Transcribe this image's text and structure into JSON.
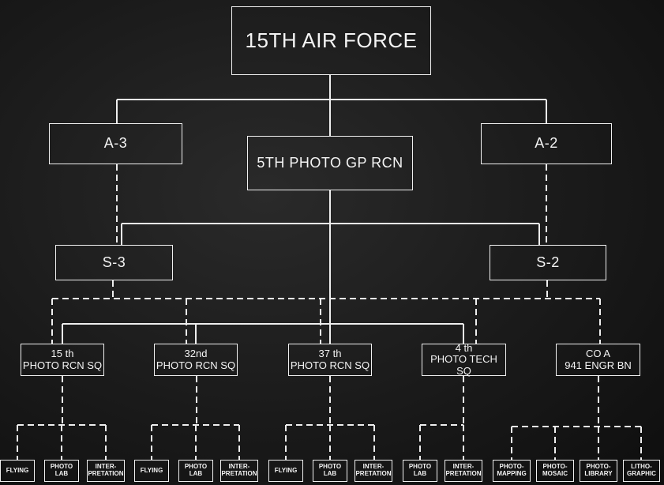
{
  "hq": "15TH AIR FORCE",
  "a3": "A-3",
  "a2": "A-2",
  "group": "5TH PHOTO GP RCN",
  "s3": "S-3",
  "s2": "S-2",
  "units": [
    {
      "line1": "15 th",
      "line2": "PHOTO RCN SQ"
    },
    {
      "line1": "32nd",
      "line2": "PHOTO RCN SQ"
    },
    {
      "line1": "37 th",
      "line2": "PHOTO RCN SQ"
    },
    {
      "line1": "4 th",
      "line2": "PHOTO TECH SQ"
    },
    {
      "line1": "CO A",
      "line2": "941 ENGR BN"
    }
  ],
  "sections": [
    {
      "line1": "FLYING",
      "line2": ""
    },
    {
      "line1": "PHOTO",
      "line2": "LAB"
    },
    {
      "line1": "INTER-",
      "line2": "PRETATION"
    },
    {
      "line1": "FLYING",
      "line2": ""
    },
    {
      "line1": "PHOTO",
      "line2": "LAB"
    },
    {
      "line1": "INTER-",
      "line2": "PRETATION"
    },
    {
      "line1": "FLYING",
      "line2": ""
    },
    {
      "line1": "PHOTO",
      "line2": "LAB"
    },
    {
      "line1": "INTER-",
      "line2": "PRETATION"
    },
    {
      "line1": "PHOTO",
      "line2": "LAB"
    },
    {
      "line1": "INTER-",
      "line2": "PRETATION"
    },
    {
      "line1": "PHOTO-",
      "line2": "MAPPING"
    },
    {
      "line1": "PHOTO-",
      "line2": "MOSAIC"
    },
    {
      "line1": "PHOTO-",
      "line2": "LIBRARY"
    },
    {
      "line1": "LITHO-",
      "line2": "GRAPHIC"
    }
  ],
  "colors": {
    "background": "#1a1a1a",
    "lines": "#f0f0f0"
  }
}
